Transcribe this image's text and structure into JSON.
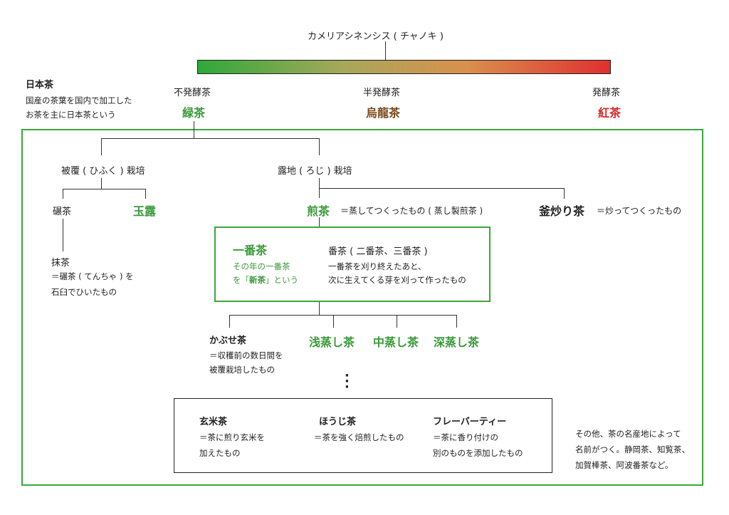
{
  "species_label": "カメリアシネンシス ( チャノキ )",
  "japan_tea": {
    "title": "日本茶",
    "desc_line1": "国産の茶葉を国内で加工した",
    "desc_line2": "お茶を主に日本茶という"
  },
  "fermentation": [
    {
      "category": "不発酵茶",
      "tea": "緑茶",
      "color": "#3a9a3a"
    },
    {
      "category": "半発酵茶",
      "tea": "烏龍茶",
      "color": "#7a4a1e"
    },
    {
      "category": "発酵茶",
      "tea": "紅茶",
      "color": "#d42a2a"
    }
  ],
  "shade_grown": {
    "label": "被覆 ( ひふく ) 栽培",
    "tencha": "碾茶",
    "gyokuro": "玉露",
    "matcha": {
      "title": "抹茶",
      "line1": "＝碾茶 ( てんちゃ ) を",
      "line2": "石臼でひいたもの"
    }
  },
  "open_field": {
    "label": "露地 ( ろじ ) 栽培",
    "sencha": "煎茶",
    "sencha_desc": "＝蒸してつくったもの ( 蒸し製煎茶 )",
    "kamairi": "釜炒り茶",
    "kamairi_desc": "＝炒ってつくったもの"
  },
  "ichiban": {
    "title": "一番茶",
    "desc_line1": "その年の一番茶",
    "desc_line2_pre": "を「",
    "desc_line2_bold": "新茶",
    "desc_line2_post": "」という",
    "bancha_title": "番茶 ( 二番茶、三番茶 )",
    "bancha_line1": "一番茶を刈り終えたあと、",
    "bancha_line2": "次に生えてくる芽を刈って作ったもの"
  },
  "steamed": {
    "kabuse": "かぶせ茶",
    "kabuse_line1": "＝収穫前の数日間を",
    "kabuse_line2": "被覆栽培したもの",
    "asamushi": "浅蒸し茶",
    "chumushi": "中蒸し茶",
    "fukamushi": "深蒸し茶"
  },
  "others": [
    {
      "title": "玄米茶",
      "line1": "＝茶に煎り玄米を",
      "line2": "加えたもの"
    },
    {
      "title": "ほうじ茶",
      "line1": "＝茶を強く焙煎したもの",
      "line2": ""
    },
    {
      "title": "フレーバーティー",
      "line1": "＝茶に香り付けの",
      "line2": "別のものを添加したもの"
    }
  ],
  "regional_note": {
    "line1": "その他、茶の名産地によって",
    "line2": "名前がつく。静岡茶、知覧茶、",
    "line3": "加賀棒茶、阿波番茶など。"
  }
}
